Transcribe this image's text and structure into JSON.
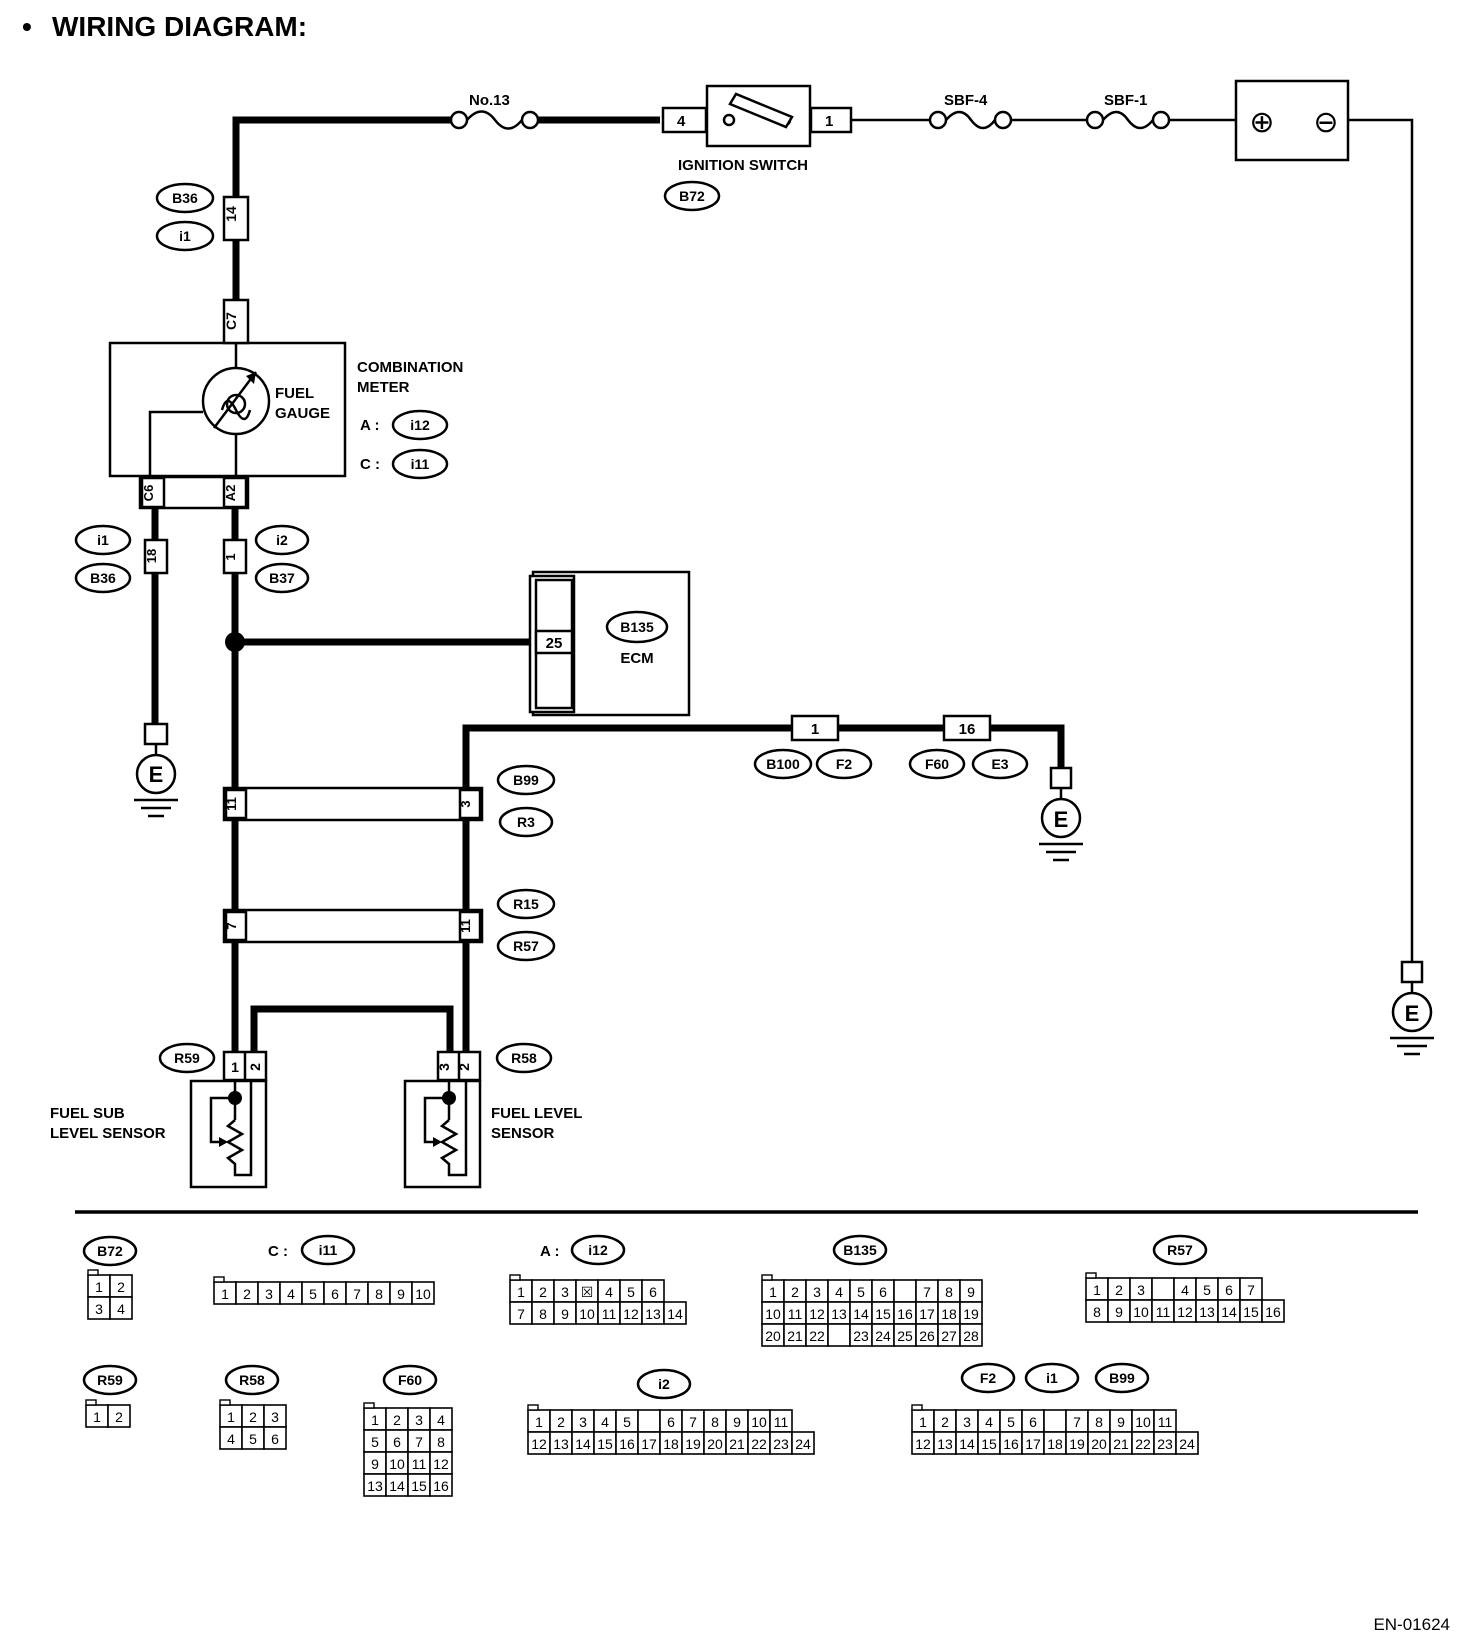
{
  "header": {
    "bullet": "•",
    "title": "WIRING DIAGRAM:"
  },
  "footer": {
    "code": "EN-01624"
  },
  "fuses": {
    "no13": "No.13",
    "sbf4": "SBF-4",
    "sbf1": "SBF-1"
  },
  "battery": {
    "plus": "⊕",
    "minus": "⊖"
  },
  "ignition": {
    "label": "IGNITION SWITCH",
    "conn": "B72",
    "pin_in": "4",
    "pin_out": "1"
  },
  "conn_b36_i1": {
    "tag1": "B36",
    "tag2": "i1",
    "pin": "14"
  },
  "meter": {
    "label1": "COMBINATION",
    "label2": "METER",
    "gauge1": "FUEL",
    "gauge2": "GAUGE",
    "a_prefix": "A :",
    "a_conn": "i12",
    "c_prefix": "C :",
    "c_conn": "i11",
    "pin_c7": "C7",
    "pin_c6": "C6",
    "pin_a2": "A2"
  },
  "junction_left": {
    "tag1": "i1",
    "tag2": "B36",
    "pin": "18"
  },
  "junction_right": {
    "tag1": "i2",
    "tag2": "B37",
    "pin": "1"
  },
  "ecm": {
    "conn": "B135",
    "label": "ECM",
    "pin": "25"
  },
  "ground_conn": {
    "pin1": "1",
    "pin16": "16",
    "b100": "B100",
    "f2": "F2",
    "f60": "F60",
    "e3": "E3"
  },
  "ground_label": "E",
  "b99_r3": {
    "tag1": "B99",
    "tag2": "R3",
    "pin_left": "11",
    "pin_right": "3"
  },
  "r15_r57": {
    "tag1": "R15",
    "tag2": "R57",
    "pin_left": "7",
    "pin_right": "11"
  },
  "sub_sensor": {
    "conn": "R59",
    "label1": "FUEL SUB",
    "label2": "LEVEL SENSOR",
    "pin1": "1",
    "pin2": "2"
  },
  "main_sensor": {
    "conn": "R58",
    "label1": "FUEL LEVEL",
    "label2": "SENSOR",
    "pin3": "3",
    "pin2": "2"
  },
  "connector_views": {
    "b72": {
      "name": "B72",
      "rows": [
        [
          "1",
          "2"
        ],
        [
          "3",
          "4"
        ]
      ]
    },
    "i11": {
      "prefix": "C :",
      "name": "i11",
      "rows": [
        [
          "1",
          "2",
          "3",
          "4",
          "5",
          "6",
          "7",
          "8",
          "9",
          "10"
        ]
      ]
    },
    "i12": {
      "prefix": "A :",
      "name": "i12",
      "rows": [
        [
          "1",
          "2",
          "3",
          "☒",
          "4",
          "5",
          "6"
        ],
        [
          "7",
          "8",
          "9",
          "10",
          "11",
          "12",
          "13",
          "14"
        ]
      ]
    },
    "b135": {
      "name": "B135",
      "rows": [
        [
          "1",
          "2",
          "3",
          "4",
          "5",
          "6",
          "",
          "7",
          "8",
          "9"
        ],
        [
          "10",
          "11",
          "12",
          "13",
          "14",
          "15",
          "16",
          "17",
          "18",
          "19"
        ],
        [
          "20",
          "21",
          "22",
          "",
          "23",
          "24",
          "25",
          "26",
          "27",
          "28"
        ]
      ]
    },
    "r57": {
      "name": "R57",
      "rows": [
        [
          "1",
          "2",
          "3",
          "",
          "4",
          "5",
          "6",
          "7"
        ],
        [
          "8",
          "9",
          "10",
          "11",
          "12",
          "13",
          "14",
          "15",
          "16"
        ]
      ]
    },
    "r59": {
      "name": "R59",
      "rows": [
        [
          "1",
          "2"
        ]
      ]
    },
    "r58": {
      "name": "R58",
      "rows": [
        [
          "1",
          "2",
          "3"
        ],
        [
          "4",
          "5",
          "6"
        ]
      ]
    },
    "f60": {
      "name": "F60",
      "rows": [
        [
          "1",
          "2",
          "3",
          "4"
        ],
        [
          "5",
          "6",
          "7",
          "8"
        ],
        [
          "9",
          "10",
          "11",
          "12"
        ],
        [
          "13",
          "14",
          "15",
          "16"
        ]
      ]
    },
    "i2": {
      "name": "i2",
      "rows": [
        [
          "1",
          "2",
          "3",
          "4",
          "5",
          "",
          "6",
          "7",
          "8",
          "9",
          "10",
          "11"
        ],
        [
          "12",
          "13",
          "14",
          "15",
          "16",
          "17",
          "18",
          "19",
          "20",
          "21",
          "22",
          "23",
          "24"
        ]
      ]
    },
    "f2_i1_b99": {
      "names": [
        "F2",
        "i1",
        "B99"
      ],
      "rows": [
        [
          "1",
          "2",
          "3",
          "4",
          "5",
          "6",
          "",
          "7",
          "8",
          "9",
          "10",
          "11"
        ],
        [
          "12",
          "13",
          "14",
          "15",
          "16",
          "17",
          "18",
          "19",
          "20",
          "21",
          "22",
          "23",
          "24"
        ]
      ]
    }
  }
}
